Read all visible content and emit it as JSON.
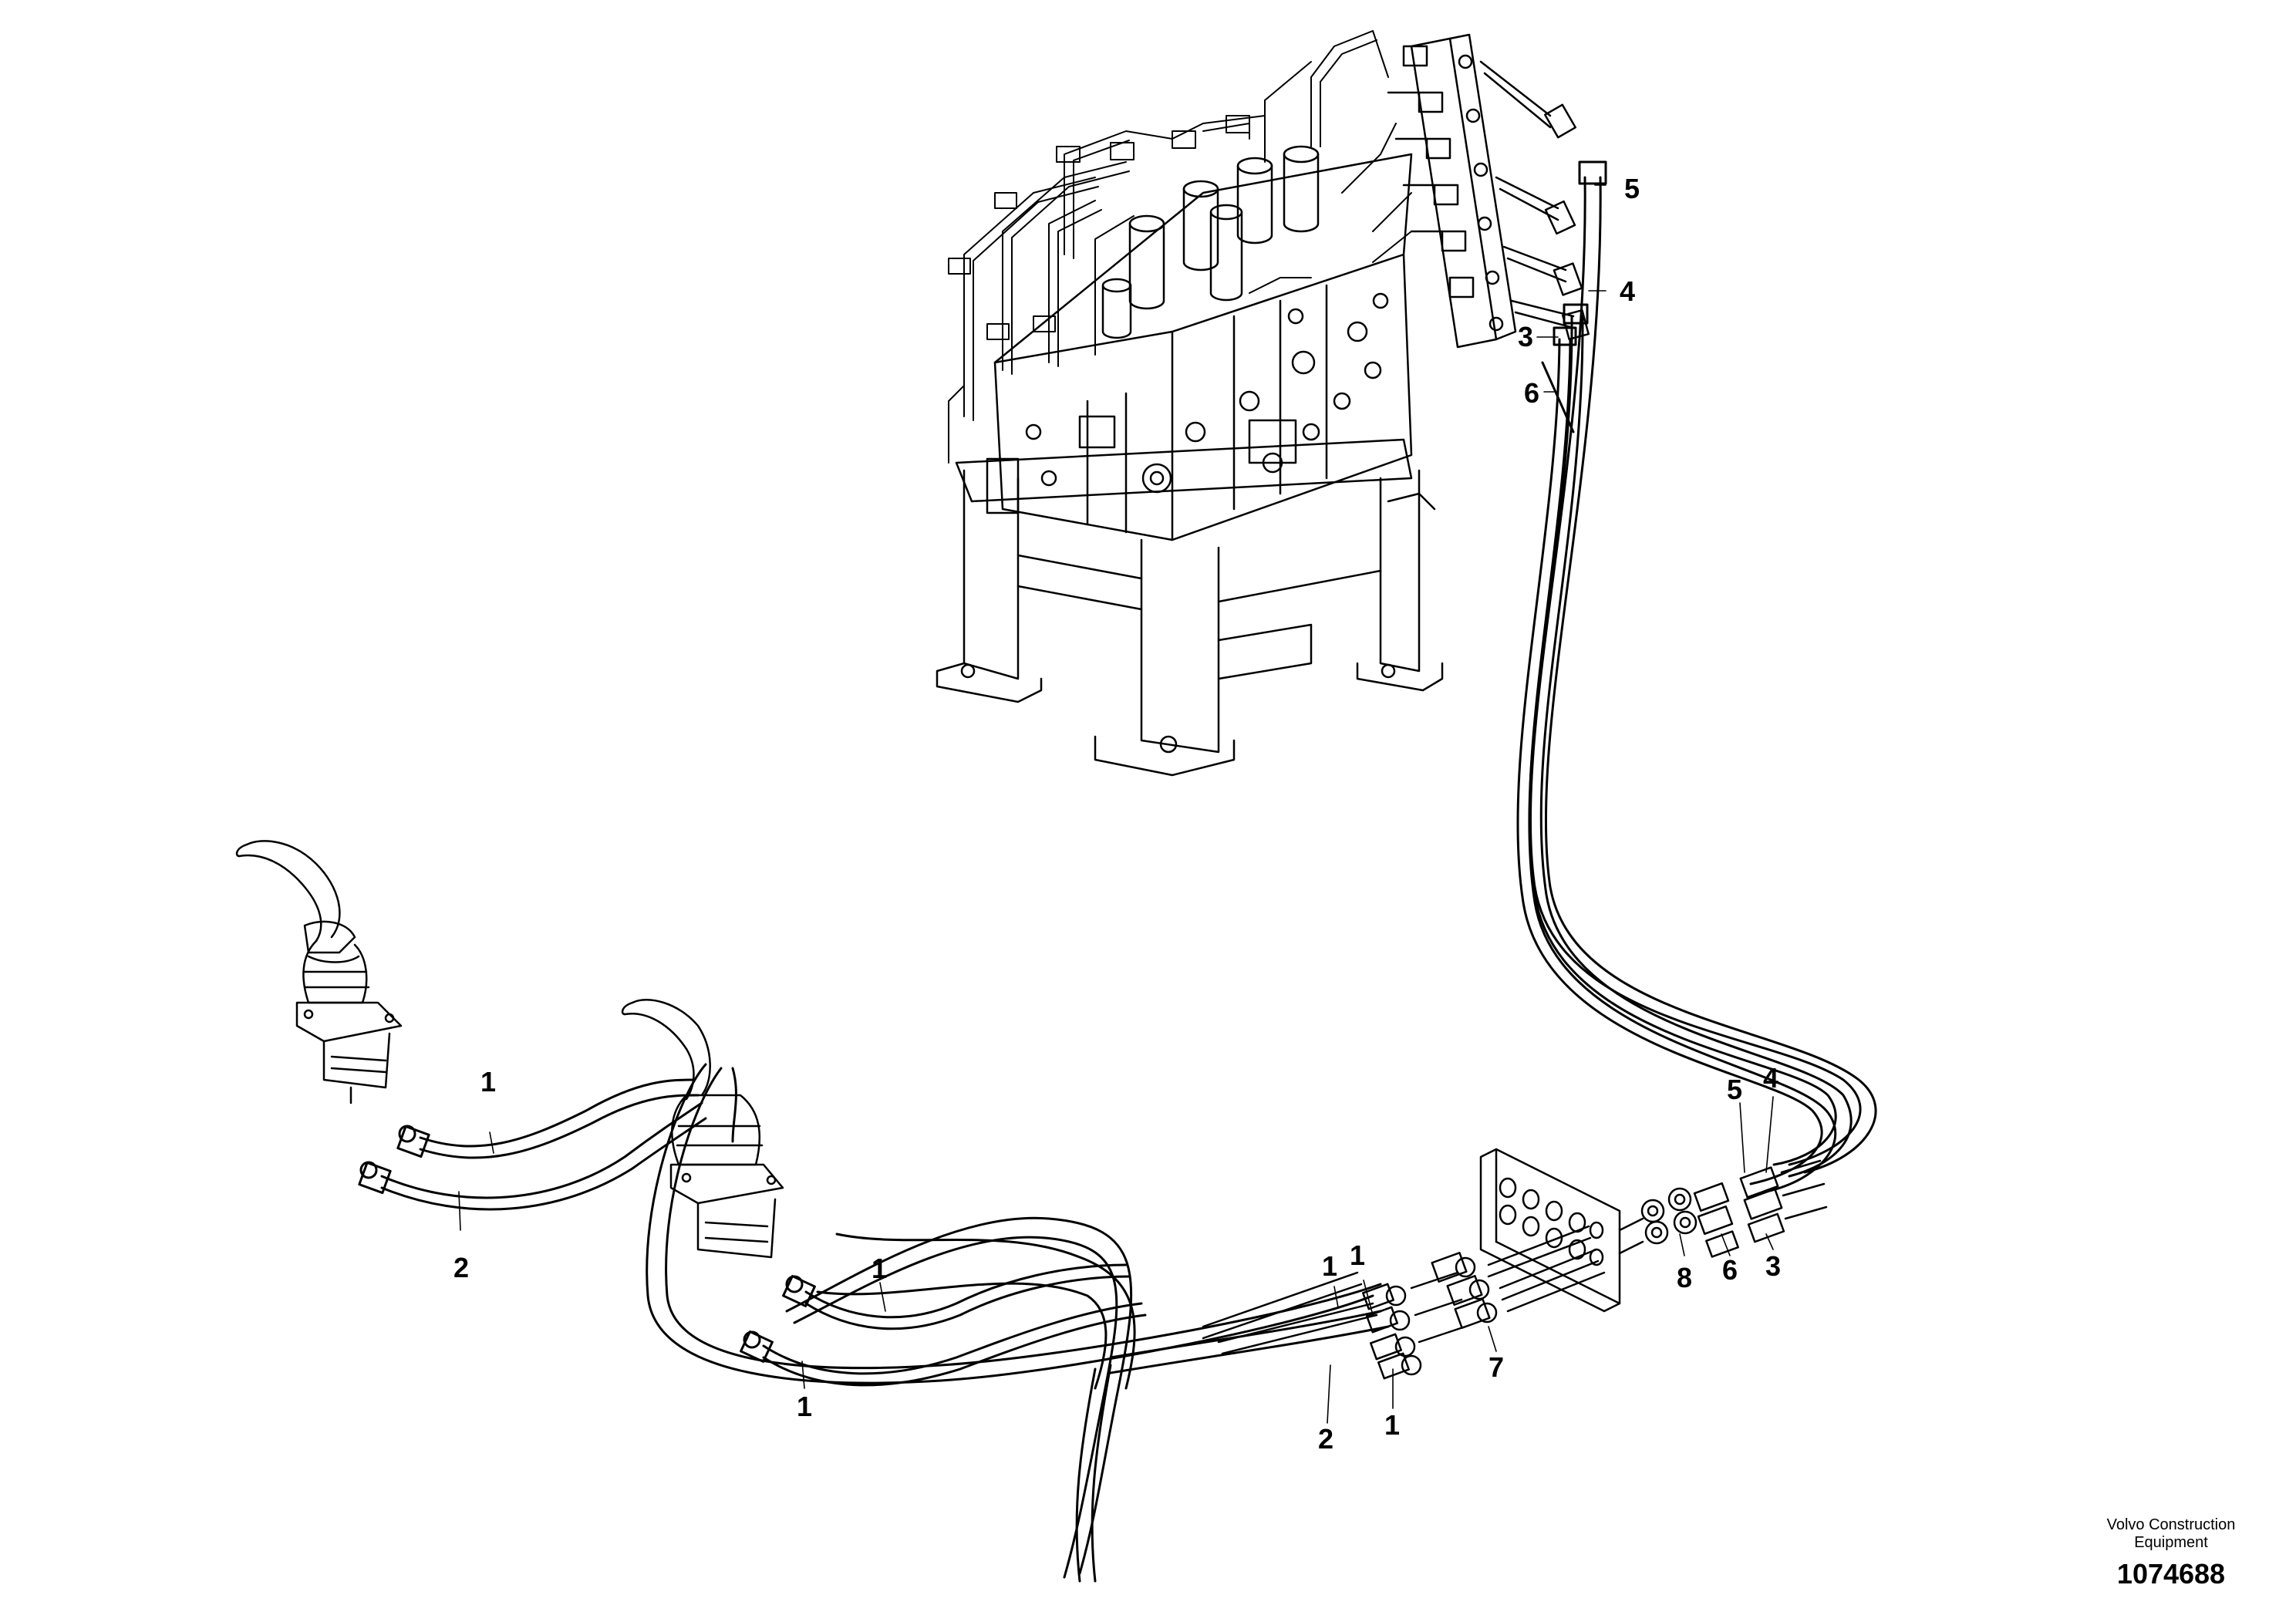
{
  "callouts": [
    "5",
    "4",
    "3",
    "6",
    "1",
    "2",
    "1",
    "1",
    "1",
    "1",
    "2",
    "1",
    "7",
    "5",
    "4",
    "8",
    "6",
    "3"
  ],
  "credit": {
    "line1": "Volvo Construction",
    "line2": "Equipment",
    "number": "1074688"
  },
  "colors": {
    "ink": "#000000",
    "background": "#ffffff"
  }
}
